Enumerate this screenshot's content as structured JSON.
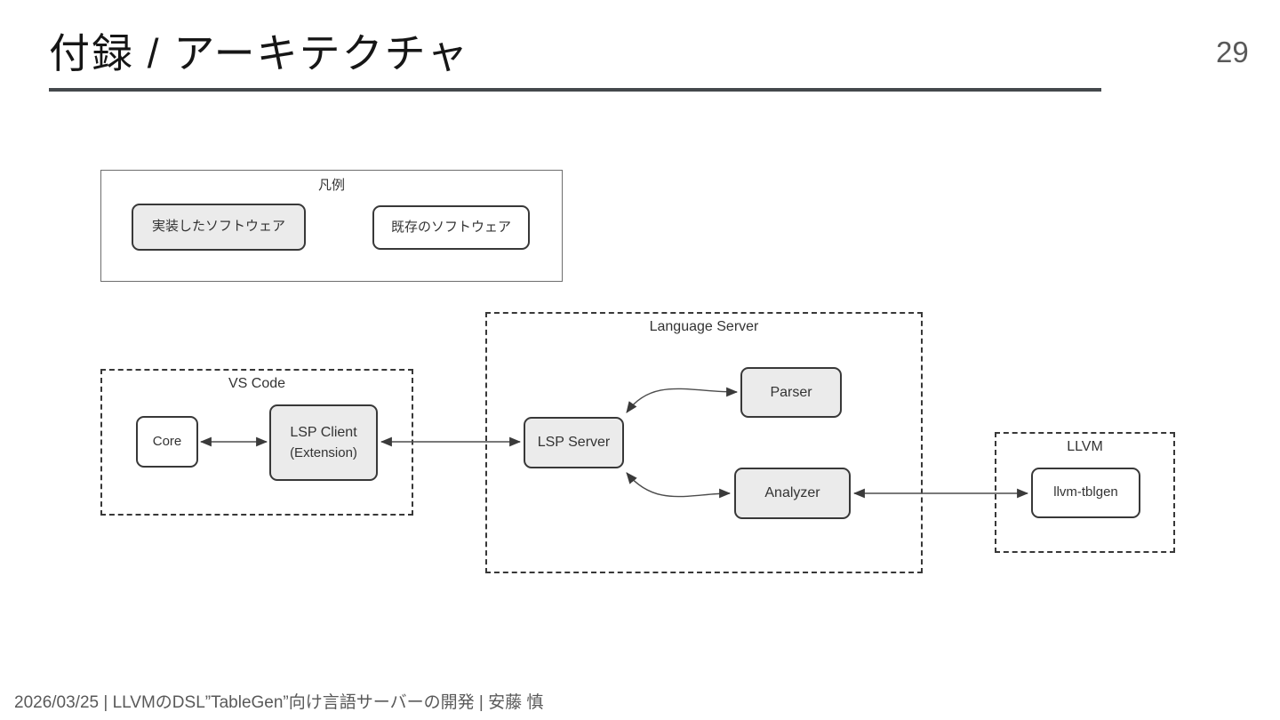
{
  "page": {
    "title": "付録 / アーキテクチャ",
    "page_number": "29",
    "footer": "2026/03/25 | LLVMのDSL”TableGen”向け言語サーバーの開発 | 安藤 慎"
  },
  "colors": {
    "title_text": "#161616",
    "underline": "#44484c",
    "muted_text": "#595959",
    "node_border": "#383838",
    "node_fill_implemented": "#ebebeb",
    "node_fill_existing": "#ffffff",
    "edge_line": "#4d4d4d"
  },
  "legend": {
    "title": "凡例",
    "items": [
      {
        "label": "実装したソフトウェア",
        "style": "implemented"
      },
      {
        "label": "既存のソフトウェア",
        "style": "existing"
      }
    ]
  },
  "diagram": {
    "groups": [
      {
        "id": "vscode",
        "label": "VS Code"
      },
      {
        "id": "language-server",
        "label": "Language Server"
      },
      {
        "id": "llvm",
        "label": "LLVM"
      }
    ],
    "nodes": [
      {
        "id": "core",
        "label": "Core",
        "style": "existing",
        "group": "vscode"
      },
      {
        "id": "lsp-client",
        "label": "LSP Client",
        "sublabel": "(Extension)",
        "style": "implemented",
        "group": "vscode"
      },
      {
        "id": "lsp-server",
        "label": "LSP Server",
        "style": "implemented",
        "group": "language-server"
      },
      {
        "id": "parser",
        "label": "Parser",
        "style": "implemented",
        "group": "language-server"
      },
      {
        "id": "analyzer",
        "label": "Analyzer",
        "style": "implemented",
        "group": "language-server"
      },
      {
        "id": "llvm-tblgen",
        "label": "llvm-tblgen",
        "style": "existing",
        "group": "llvm"
      }
    ],
    "edges": [
      {
        "from": "core",
        "to": "lsp-client",
        "type": "bidirectional"
      },
      {
        "from": "lsp-client",
        "to": "lsp-server",
        "type": "bidirectional"
      },
      {
        "from": "lsp-server",
        "to": "parser",
        "type": "bidirectional"
      },
      {
        "from": "lsp-server",
        "to": "analyzer",
        "type": "bidirectional"
      },
      {
        "from": "analyzer",
        "to": "llvm-tblgen",
        "type": "bidirectional"
      }
    ]
  }
}
